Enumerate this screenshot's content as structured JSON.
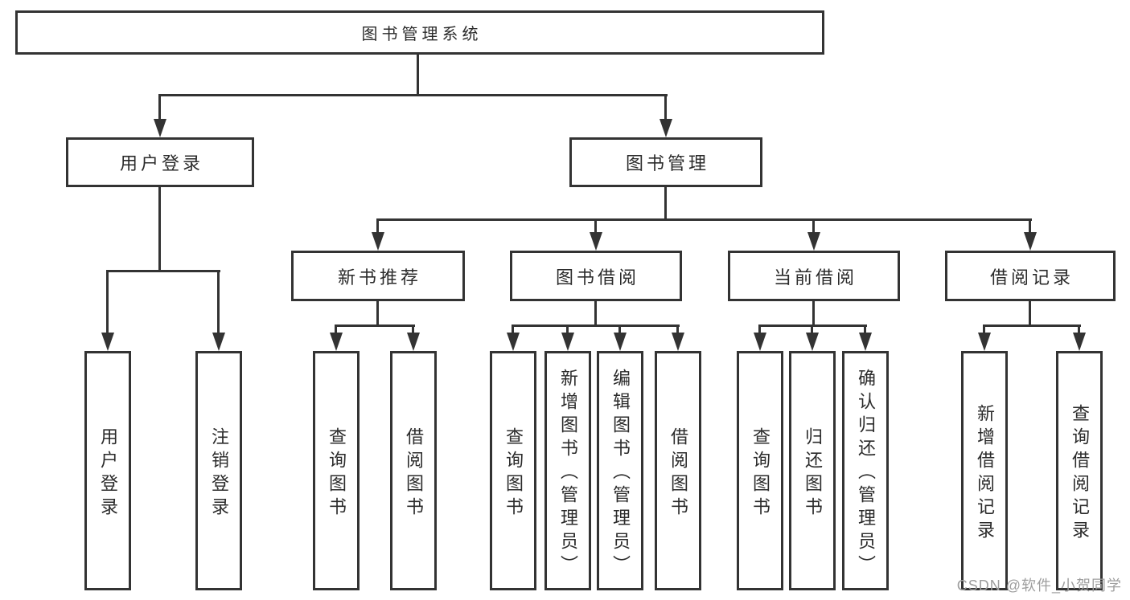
{
  "diagram_title": "图书管理系统",
  "colors": {
    "line": "#333333",
    "text": "#2b2b2b",
    "background": "#ffffff",
    "watermark": "#9e9e9e"
  },
  "nodes": [
    {
      "id": "root",
      "label": "图书管理系统",
      "parent": null,
      "level": 1
    },
    {
      "id": "user-login",
      "label": "用户登录",
      "parent": "root",
      "level": 2
    },
    {
      "id": "book-mgmt",
      "label": "图书管理",
      "parent": "root",
      "level": 2
    },
    {
      "id": "user-login-action",
      "label": "用户登录",
      "parent": "user-login",
      "level": 3
    },
    {
      "id": "logout-action",
      "label": "注销登录",
      "parent": "user-login",
      "level": 3
    },
    {
      "id": "new-book-rec",
      "label": "新书推荐",
      "parent": "book-mgmt",
      "level": 3
    },
    {
      "id": "book-borrow",
      "label": "图书借阅",
      "parent": "book-mgmt",
      "level": 3
    },
    {
      "id": "current-borrow",
      "label": "当前借阅",
      "parent": "book-mgmt",
      "level": 3
    },
    {
      "id": "borrow-records",
      "label": "借阅记录",
      "parent": "book-mgmt",
      "level": 3
    },
    {
      "id": "rec-query-book",
      "label": "查询图书",
      "parent": "new-book-rec",
      "level": 4
    },
    {
      "id": "rec-borrow-book",
      "label": "借阅图书",
      "parent": "new-book-rec",
      "level": 4
    },
    {
      "id": "bor-query-book",
      "label": "查询图书",
      "parent": "book-borrow",
      "level": 4
    },
    {
      "id": "bor-add-book",
      "label": "新增图书（管理员）",
      "parent": "book-borrow",
      "level": 4
    },
    {
      "id": "bor-edit-book",
      "label": "编辑图书（管理员）",
      "parent": "book-borrow",
      "level": 4
    },
    {
      "id": "bor-borrow-book",
      "label": "借阅图书",
      "parent": "book-borrow",
      "level": 4
    },
    {
      "id": "cur-query-book",
      "label": "查询图书",
      "parent": "current-borrow",
      "level": 4
    },
    {
      "id": "cur-return-book",
      "label": "归还图书",
      "parent": "current-borrow",
      "level": 4
    },
    {
      "id": "cur-confirm-return",
      "label": "确认归还（管理员）",
      "parent": "current-borrow",
      "level": 4
    },
    {
      "id": "recd-add-record",
      "label": "新增借阅记录",
      "parent": "borrow-records",
      "level": 4
    },
    {
      "id": "recd-query-record",
      "label": "查询借阅记录",
      "parent": "borrow-records",
      "level": 4
    }
  ],
  "watermark": {
    "text": "CSDN @软件_小贺同学"
  }
}
